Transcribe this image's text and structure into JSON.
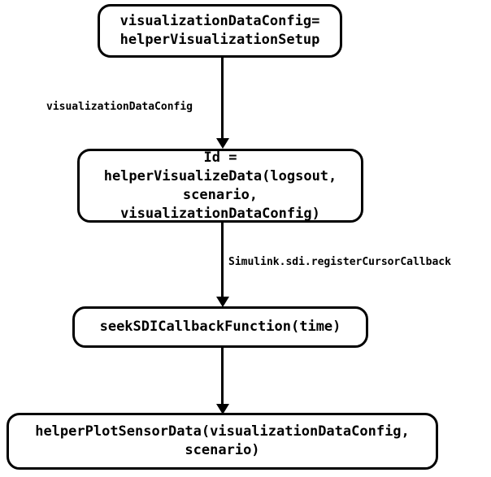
{
  "diagram": {
    "type": "flowchart",
    "orientation": "top-to-bottom",
    "background_color": "#ffffff",
    "stroke_color": "#000000",
    "text_color": "#000000",
    "nodes": [
      {
        "id": "setup",
        "shape": "rounded-rectangle",
        "text": "visualizationDataConfig=\nhelperVisualizationSetup"
      },
      {
        "id": "visualize",
        "shape": "rounded-rectangle",
        "text": "Id =\nhelperVisualizeData(logsout,\nscenario,\nvisualizationDataConfig)"
      },
      {
        "id": "seek",
        "shape": "rounded-rectangle",
        "text": "seekSDICallbackFunction(time)"
      },
      {
        "id": "plot",
        "shape": "rounded-rectangle",
        "text": "helperPlotSensorData(visualizationDataConfig,\nscenario)"
      }
    ],
    "edges": [
      {
        "id": "edge-1",
        "from": "setup",
        "to": "visualize",
        "label": "visualizationDataConfig",
        "label_side": "left",
        "arrow": "solid-triangle"
      },
      {
        "id": "edge-2",
        "from": "visualize",
        "to": "seek",
        "label": "Simulink.sdi.registerCursorCallback",
        "label_side": "right",
        "arrow": "solid-triangle"
      },
      {
        "id": "edge-3",
        "from": "seek",
        "to": "plot",
        "label": "",
        "label_side": "none",
        "arrow": "solid-triangle"
      }
    ]
  }
}
